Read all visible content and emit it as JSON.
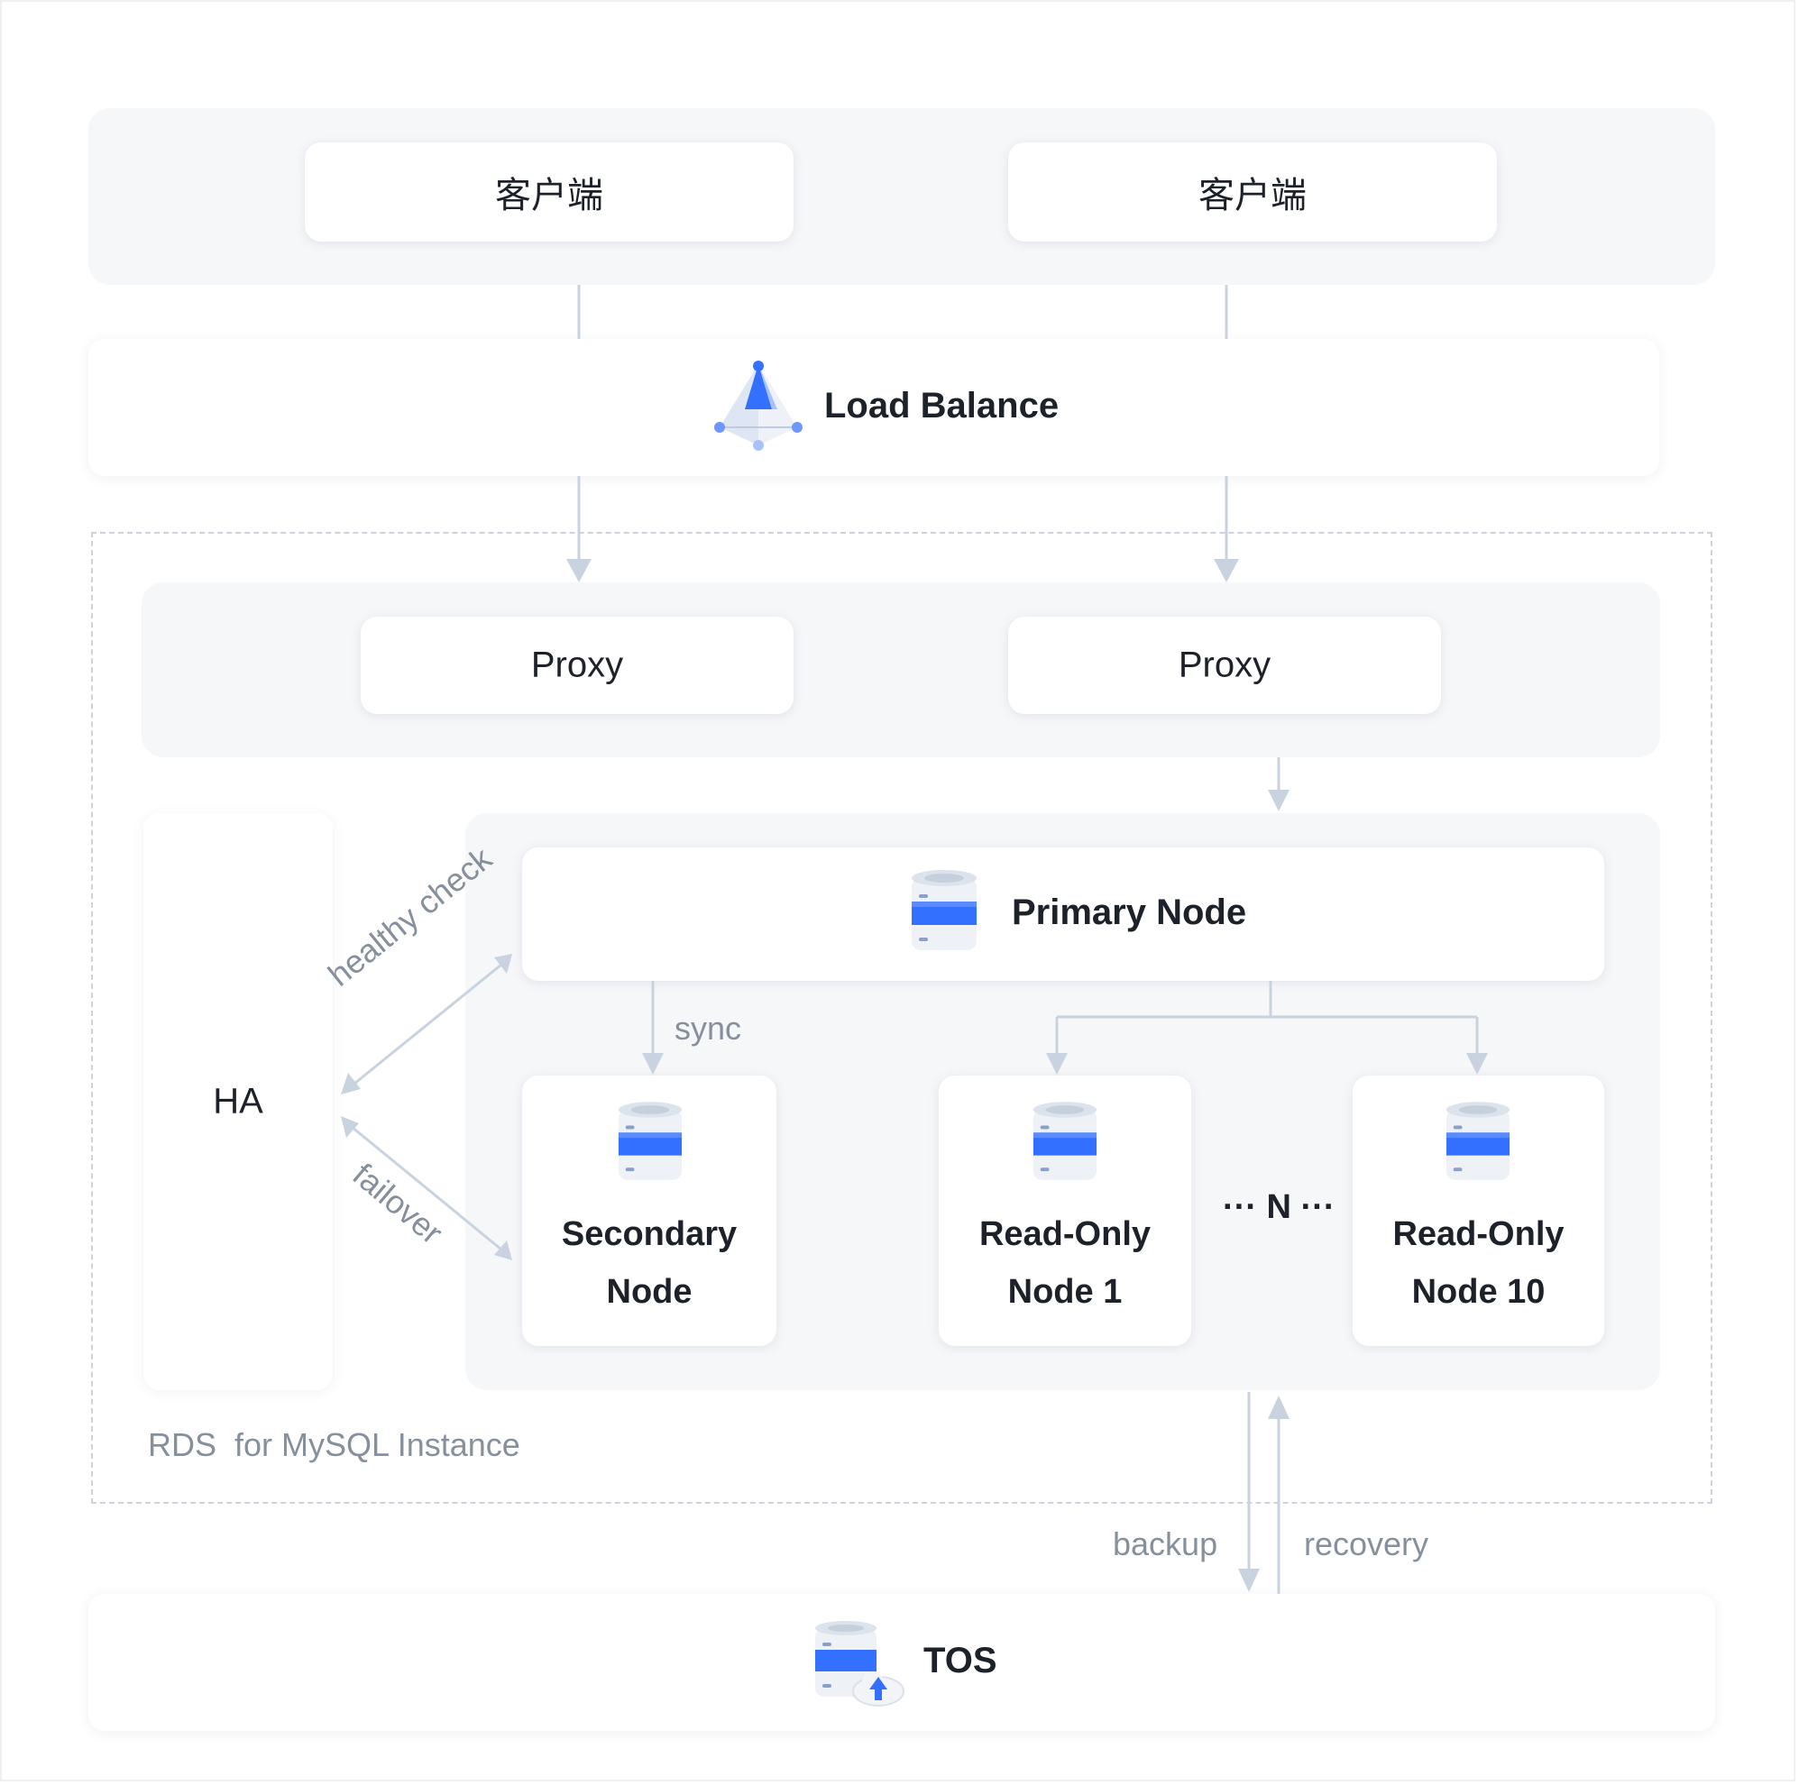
{
  "clients": [
    {
      "label": "客户端"
    },
    {
      "label": "客户端"
    }
  ],
  "load_balance": {
    "label": "Load Balance",
    "icon": "pyramid-icon"
  },
  "proxies": [
    {
      "label": "Proxy"
    },
    {
      "label": "Proxy"
    }
  ],
  "ha": {
    "label": "HA"
  },
  "edges": {
    "healthy_check": "healthy check",
    "failover": "failover",
    "sync": "sync",
    "backup": "backup",
    "recovery": "recovery"
  },
  "primary": {
    "label": "Primary Node",
    "icon": "database-icon"
  },
  "secondary": {
    "line1": "Secondary",
    "line2": "Node",
    "icon": "database-icon"
  },
  "readonly_1": {
    "line1": "Read-Only",
    "line2": "Node 1",
    "icon": "database-icon"
  },
  "readonly_10": {
    "line1": "Read-Only",
    "line2": "Node 10",
    "icon": "database-icon"
  },
  "ellipsis": "··· N ···",
  "instance_label": "RDS  for MySQL Instance",
  "tos": {
    "label": "TOS",
    "icon": "cloud-database-icon"
  },
  "colors": {
    "accent": "#3370ff",
    "line": "#c9d3e0",
    "band": "#f6f7f9",
    "muted_text": "#86909c"
  }
}
